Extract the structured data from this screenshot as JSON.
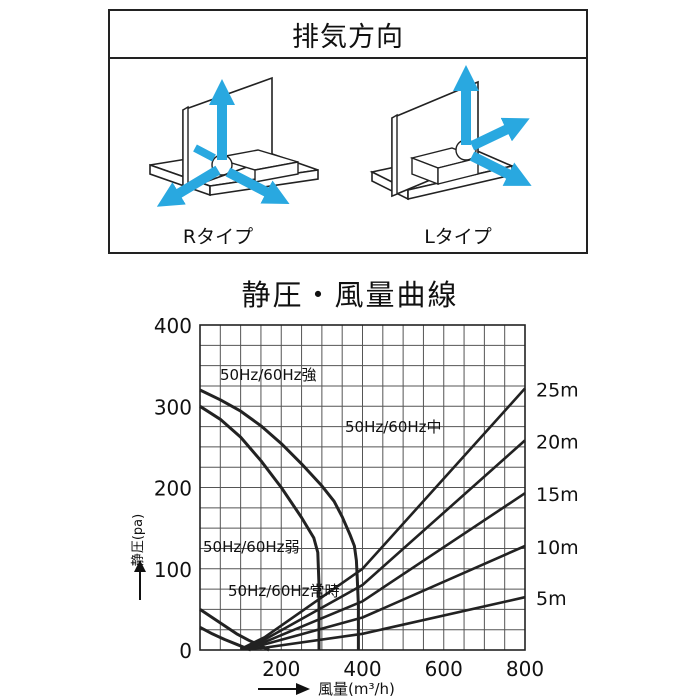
{
  "panel": {
    "title": "排気方向",
    "type_labels": [
      "Rタイプ",
      "Lタイプ"
    ],
    "colors": {
      "arrow": "#29a8e0",
      "line": "#222222"
    }
  },
  "chart_data": {
    "type": "line",
    "title": "静圧・風量曲線",
    "xlabel": "風量(m³/h)",
    "ylabel": "静圧(pa)",
    "xlim": [
      0,
      800
    ],
    "ylim": [
      0,
      400
    ],
    "xticks": [
      "200",
      "400",
      "600",
      "800"
    ],
    "yticks": [
      "0",
      "100",
      "200",
      "300",
      "400"
    ],
    "grid": true,
    "series": [
      {
        "name": "50Hz/60Hz強",
        "kind": "fan",
        "points": [
          [
            0,
            320
          ],
          [
            50,
            308
          ],
          [
            100,
            294
          ],
          [
            150,
            276
          ],
          [
            200,
            254
          ],
          [
            250,
            229
          ],
          [
            300,
            202
          ],
          [
            330,
            183
          ],
          [
            350,
            164
          ],
          [
            370,
            141
          ],
          [
            380,
            128
          ],
          [
            385,
            110
          ],
          [
            387,
            90
          ],
          [
            390,
            55
          ],
          [
            390,
            0
          ]
        ]
      },
      {
        "name": "50Hz/60Hz中",
        "kind": "fan",
        "points": [
          [
            0,
            300
          ],
          [
            50,
            284
          ],
          [
            100,
            262
          ],
          [
            150,
            233
          ],
          [
            200,
            200
          ],
          [
            250,
            163
          ],
          [
            280,
            138
          ],
          [
            290,
            120
          ],
          [
            293,
            80
          ],
          [
            293,
            0
          ]
        ]
      },
      {
        "name": "50Hz/60Hz弱",
        "kind": "fan",
        "points": [
          [
            0,
            50
          ],
          [
            30,
            40
          ],
          [
            60,
            30
          ],
          [
            90,
            20
          ],
          [
            120,
            12
          ],
          [
            150,
            5
          ],
          [
            170,
            0
          ]
        ]
      },
      {
        "name": "50Hz/60Hz常時",
        "kind": "fan",
        "points": [
          [
            0,
            28
          ],
          [
            30,
            20
          ],
          [
            60,
            13
          ],
          [
            90,
            7
          ],
          [
            110,
            3
          ],
          [
            125,
            0
          ]
        ]
      },
      {
        "name": "25m",
        "kind": "duct",
        "points": [
          [
            100,
            1
          ],
          [
            160,
            16
          ],
          [
            400,
            100
          ],
          [
            800,
            322
          ]
        ]
      },
      {
        "name": "20m",
        "kind": "duct",
        "points": [
          [
            100,
            1
          ],
          [
            160,
            13
          ],
          [
            400,
            80
          ],
          [
            800,
            258
          ]
        ]
      },
      {
        "name": "15m",
        "kind": "duct",
        "points": [
          [
            100,
            1
          ],
          [
            160,
            10
          ],
          [
            400,
            60
          ],
          [
            800,
            193
          ]
        ]
      },
      {
        "name": "10m",
        "kind": "duct",
        "points": [
          [
            100,
            1
          ],
          [
            160,
            7
          ],
          [
            400,
            40
          ],
          [
            800,
            128
          ]
        ]
      },
      {
        "name": "5m",
        "kind": "duct",
        "points": [
          [
            100,
            1
          ],
          [
            160,
            3
          ],
          [
            400,
            20
          ],
          [
            800,
            65
          ]
        ]
      }
    ]
  }
}
